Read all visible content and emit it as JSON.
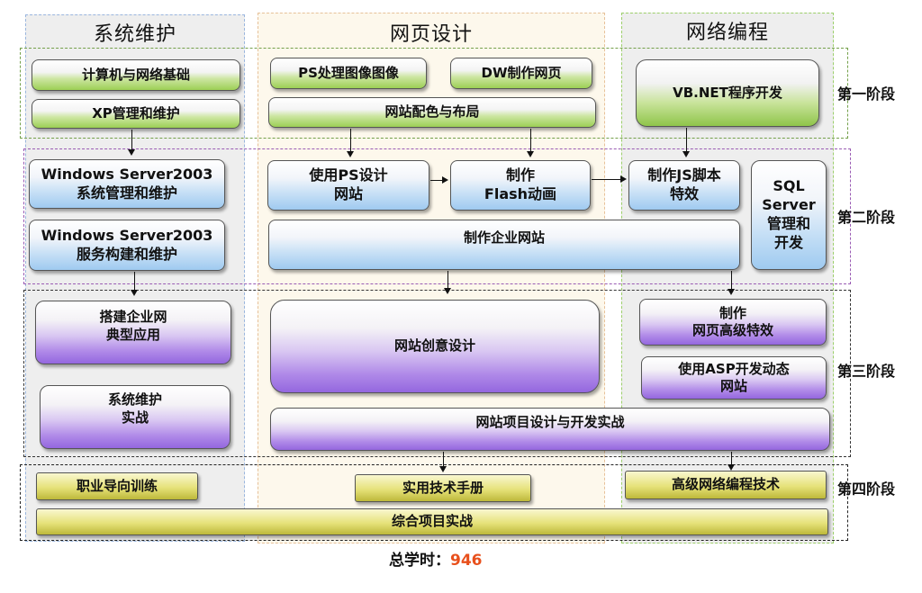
{
  "columns": {
    "sys": "系统维护",
    "web": "网页设计",
    "net": "网络编程"
  },
  "stages": {
    "s1": "第一阶段",
    "s2": "第二阶段",
    "s3": "第三阶段",
    "s4": "第四阶段"
  },
  "boxes": {
    "computer_network_basics": "计算机与网络基础",
    "xp_admin": "XP管理和维护",
    "ps_image": "PS处理图像图像",
    "dw_webpage": "DW制作网页",
    "site_color_layout": "网站配色与布局",
    "vbnet_dev": "VB.NET程序开发",
    "win2003_admin": "Windows Server2003\n系统管理和维护",
    "win2003_service": "Windows Server2003\n服务构建和维护",
    "ps_site_design": "使用PS设计\n网站",
    "flash_anim": "制作\nFlash动画",
    "js_effects": "制作JS脚本\n特效",
    "sql_server": "SQL\nServer\n管理和\n开发",
    "enterprise_site": "制作企业网站",
    "enterprise_net": "搭建企业网\n典型应用",
    "creative_design": "网站创意设计",
    "advanced_effects": "制作\n网页高级特效",
    "asp_dynamic": "使用ASP开发动态\n网站",
    "sys_practice": "系统维护\n实战",
    "project_practice": "网站项目设计与开发实战",
    "career_training": "职业导向训练",
    "tech_handbook": "实用技术手册",
    "advanced_net_prog": "高级网络编程技术",
    "comprehensive_project": "综合项目实战"
  },
  "total": {
    "label": "总学时：",
    "value": "946"
  },
  "colors": {
    "total_value": "#e8501c",
    "green": "#9ccf55",
    "blue": "#9fcaf0",
    "purple": "#9467df",
    "yellow": "#e6e27a"
  }
}
